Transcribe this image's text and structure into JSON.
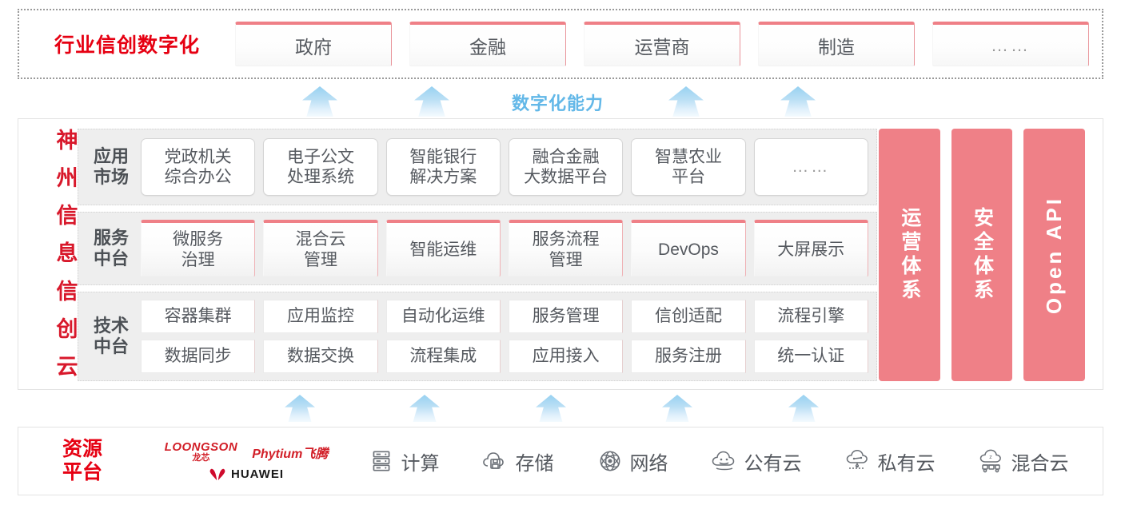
{
  "industry": {
    "title": "行业信创数字化",
    "cards": [
      {
        "label": "政府",
        "name": "industry-card-government"
      },
      {
        "label": "金融",
        "name": "industry-card-finance"
      },
      {
        "label": "运营商",
        "name": "industry-card-operator"
      },
      {
        "label": "制造",
        "name": "industry-card-manufacturing"
      },
      {
        "label": "……",
        "name": "industry-card-more"
      }
    ]
  },
  "capability": {
    "label": "数字化能力",
    "arrow_count_top": 4,
    "arrow_count_bottom": 5
  },
  "cloud": {
    "title_chars": [
      "神",
      "州",
      "信",
      "息",
      "信",
      "创",
      "云"
    ],
    "title_text": "神州信息信创云",
    "bands": [
      {
        "key": "app",
        "label": "应用\n市场",
        "label_line1": "应用",
        "label_line2": "市场",
        "cards": [
          {
            "line1": "党政机关",
            "line2": "综合办公"
          },
          {
            "line1": "电子公文",
            "line2": "处理系统"
          },
          {
            "line1": "智能银行",
            "line2": "解决方案"
          },
          {
            "line1": "融合金融",
            "line2": "大数据平台"
          },
          {
            "line1": "智慧农业",
            "line2": "平台"
          },
          {
            "line1": "……",
            "line2": ""
          }
        ]
      },
      {
        "key": "svc",
        "label_line1": "服务",
        "label_line2": "中台",
        "cards": [
          {
            "line1": "微服务",
            "line2": "治理"
          },
          {
            "line1": "混合云",
            "line2": "管理"
          },
          {
            "line1": "智能运维",
            "line2": ""
          },
          {
            "line1": "服务流程",
            "line2": "管理"
          },
          {
            "line1": "DevOps",
            "line2": ""
          },
          {
            "line1": "大屏展示",
            "line2": ""
          }
        ]
      },
      {
        "key": "tech",
        "label_line1": "技术",
        "label_line2": "中台",
        "row1": [
          "容器集群",
          "应用监控",
          "自动化运维",
          "服务管理",
          "信创适配",
          "流程引擎"
        ],
        "row2": [
          "数据同步",
          "数据交换",
          "流程集成",
          "应用接入",
          "服务注册",
          "统一认证"
        ]
      }
    ],
    "pillars": [
      {
        "text": "运营体系",
        "kind": "cjk",
        "name": "pillar-operations-system"
      },
      {
        "text": "安全体系",
        "kind": "cjk",
        "name": "pillar-security-system"
      },
      {
        "text": "Open API",
        "kind": "latin",
        "name": "pillar-open-api"
      }
    ]
  },
  "resource": {
    "title_line1": "资源",
    "title_line2": "平台",
    "vendors": [
      {
        "en": "LOONGSON",
        "cn": "龙芯",
        "name": "loongson-logo"
      },
      {
        "en": "Phytium",
        "cn": "飞腾",
        "name": "phytium-logo"
      },
      {
        "en": "HUAWEI",
        "cn": "",
        "name": "huawei-logo"
      }
    ],
    "items": [
      {
        "label": "计算",
        "icon": "server-rack-icon"
      },
      {
        "label": "存储",
        "icon": "cloud-storage-icon"
      },
      {
        "label": "网络",
        "icon": "network-mesh-icon"
      },
      {
        "label": "公有云",
        "icon": "public-cloud-icon"
      },
      {
        "label": "私有云",
        "icon": "private-cloud-icon"
      },
      {
        "label": "混合云",
        "icon": "hybrid-cloud-icon"
      }
    ]
  },
  "colors": {
    "brand_red": "#e60012",
    "pink": "#ef8087",
    "arrow_blue": "#63b8e8",
    "text_gray": "#55595f",
    "band_gray": "#eeeeee"
  }
}
